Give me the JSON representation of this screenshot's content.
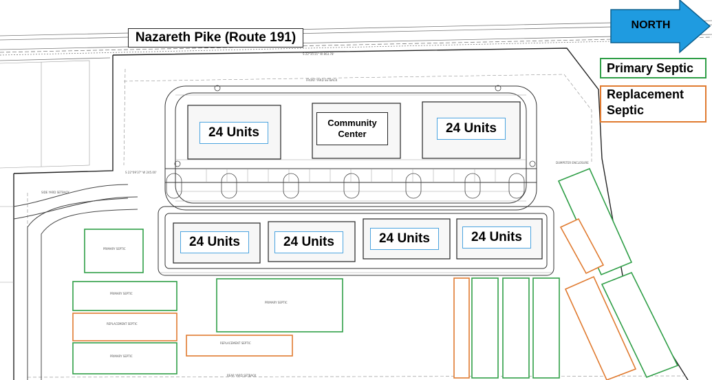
{
  "road": {
    "label": "Nazareth Pike (Route 191)"
  },
  "north_arrow": {
    "label": "NORTH",
    "color": "#1f9be0"
  },
  "buildings": [
    {
      "label": "24 Units"
    },
    {
      "label": "24 Units"
    },
    {
      "label": "24 Units"
    },
    {
      "label": "24 Units"
    },
    {
      "label": "24 Units"
    },
    {
      "label": "24 Units"
    }
  ],
  "community_center": {
    "line1": "Community",
    "line2": "Center"
  },
  "legend": {
    "primary": {
      "label": "Primary Septic",
      "color": "#2e9e46"
    },
    "replacement": {
      "line1": "Replacement",
      "line2": "Septic",
      "color": "#e07a2f"
    }
  },
  "field_notes": {
    "primary": "PRIMARY SEPTIC",
    "replacement": "REPLACEMENT SEPTIC",
    "rear_setback": "REAR YARD SETBACK",
    "front_setback": "FRONT YARD SETBACK",
    "side_setback": "SIDE YARD SETBACK",
    "dumpster": "DUMPSTER ENCLOSURE",
    "bearing_1": "S 22°35'21\" W 863.78'",
    "bearing_2": "S 22°09'37\" W 245.00'"
  }
}
